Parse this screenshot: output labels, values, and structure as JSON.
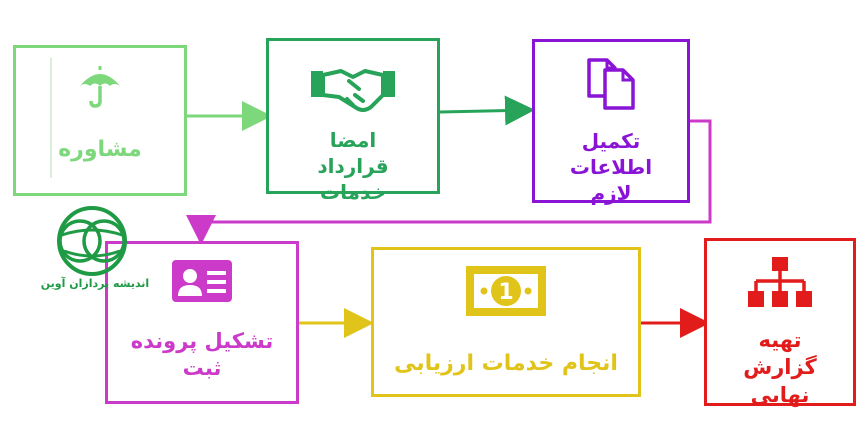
{
  "steps": [
    {
      "id": "consult",
      "label": "مشاوره",
      "icon": "umbrella-icon",
      "color": "#7dd77b"
    },
    {
      "id": "contract",
      "label": "امضا قرارداد خدمات",
      "icon": "handshake-icon",
      "color": "#27a35a"
    },
    {
      "id": "info",
      "label": "تکمیل اطلاعات لازم",
      "icon": "documents-icon",
      "color": "#8a14d6"
    },
    {
      "id": "file",
      "label": "تشکیل پرونده ثبت",
      "icon": "id-card-icon",
      "color": "#cc3ac9"
    },
    {
      "id": "services",
      "label": "انجام خدمات ارزیابی",
      "icon": "money-icon",
      "color": "#e0c41a"
    },
    {
      "id": "report",
      "label": "تهیه گزارش نهایی",
      "icon": "sitemap-icon",
      "color": "#e21b1b"
    }
  ],
  "edges": [
    {
      "from": "consult",
      "to": "contract"
    },
    {
      "from": "contract",
      "to": "info"
    },
    {
      "from": "info",
      "to": "file"
    },
    {
      "from": "file",
      "to": "services"
    },
    {
      "from": "services",
      "to": "report"
    }
  ],
  "logo": {
    "text": "اندیشه پردازان آوین",
    "color": "#1f9a45"
  }
}
